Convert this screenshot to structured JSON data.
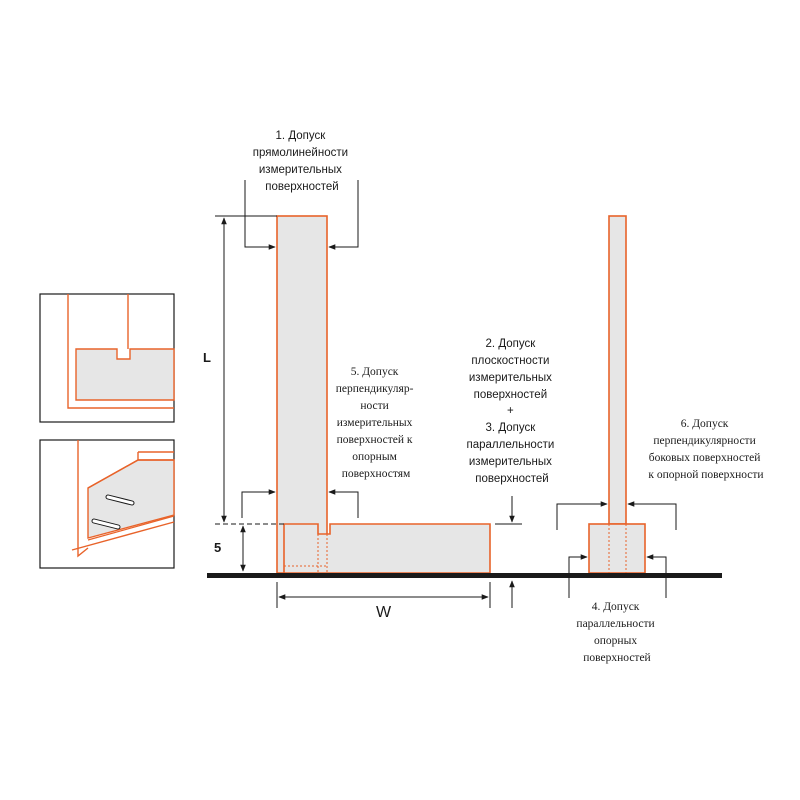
{
  "colors": {
    "orange": "#e8632a",
    "fill": "#e6e6e6",
    "line": "#1a1a1a"
  },
  "dimensions": {
    "L": "L",
    "W": "W",
    "five": "5"
  },
  "labels": {
    "l1": [
      "1. Допуск",
      "прямолинейности",
      "измерительных",
      "поверхностей"
    ],
    "l2": [
      "2. Допуск",
      "плоскостности",
      "измерительных",
      "поверхностей",
      "+",
      "3. Допуск",
      "параллельности",
      "измерительных",
      "поверхностей"
    ],
    "l4": [
      "4. Допуск",
      "параллельности",
      "опорных",
      "поверхностей"
    ],
    "l5": [
      "5. Допуск",
      "перпендикуляр-",
      "ности",
      "измерительных",
      "поверхностей к",
      "опорным",
      "поверхностям"
    ],
    "l6": [
      "6. Допуск",
      "перпендикулярности",
      "боковых поверхностей",
      "к опорной поверхности"
    ]
  }
}
